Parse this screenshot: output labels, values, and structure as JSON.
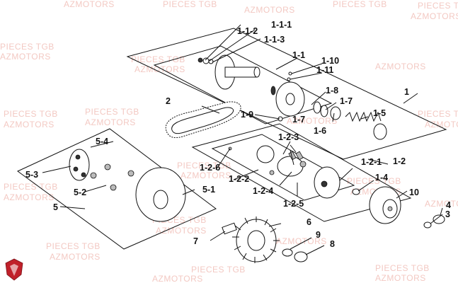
{
  "watermark": {
    "line1": "PIECES TGB",
    "line2": "AZMOTORS",
    "color": "#f3c9c3"
  },
  "labels": {
    "p1": "1",
    "p1_1": "1-1",
    "p1_1_1": "1-1-1",
    "p1_1_2": "1-1-2",
    "p1_1_3": "1-1-3",
    "p1_10": "1-10",
    "p1_11": "1-11",
    "p1_8": "1-8",
    "p1_7a": "1-7",
    "p1_7b": "1-7",
    "p1_9": "1-9",
    "p1_5": "1-5",
    "p1_6": "1-6",
    "p2": "2",
    "p1_2_3": "1-2-3",
    "p1_2_6": "1-2-6",
    "p1_2_2": "1-2-2",
    "p1_2_4": "1-2-4",
    "p1_2_5": "1-2-5",
    "p1_2_1": "1-2-1",
    "p1_2": "1-2",
    "p1_4": "1-4",
    "p10": "10",
    "p4": "4",
    "p3": "3",
    "p5_4": "5-4",
    "p5_3": "5-3",
    "p5_2": "5-2",
    "p5_1": "5-1",
    "p5": "5",
    "p6": "6",
    "p7": "7",
    "p8": "8",
    "p9": "9"
  },
  "logo": {
    "name": "brand-shield-logo",
    "color": "#c0202a"
  }
}
